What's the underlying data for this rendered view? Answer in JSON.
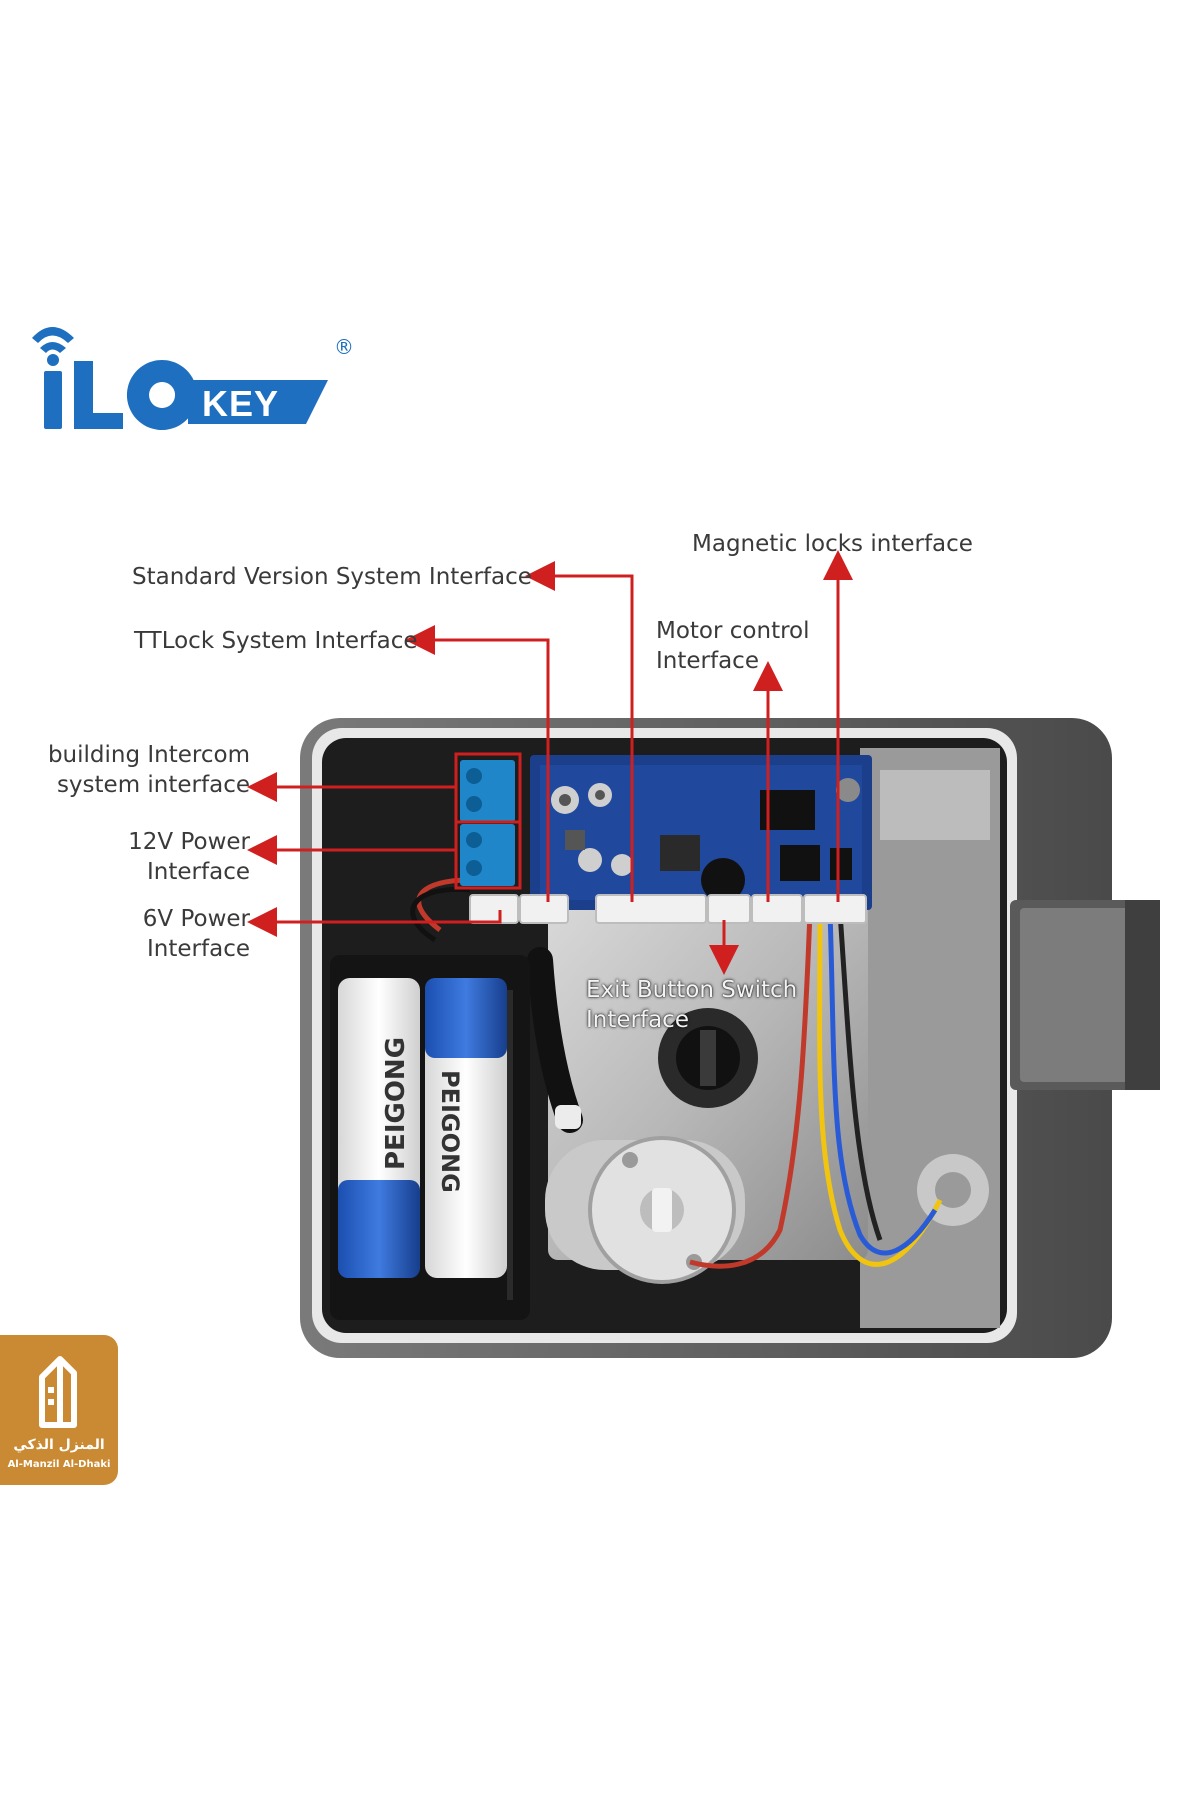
{
  "brand": {
    "wordmark": "iLOKEY",
    "registered": "®",
    "color": "#1e6fc0"
  },
  "labels": {
    "standard_version": "Standard Version System Interface",
    "ttlock": "TTLock System Interface",
    "magnetic_locks": "Magnetic locks interface",
    "motor_control_1": "Motor control",
    "motor_control_2": "Interface",
    "intercom_1": "building Intercom",
    "intercom_2": "system interface",
    "power12_1": "12V Power",
    "power12_2": "Interface",
    "power6_1": "6V Power",
    "power6_2": "Interface",
    "exit_button_1": "Exit Button Switch",
    "exit_button_2": "Interface"
  },
  "batteries": {
    "brand": "PEIGONG"
  },
  "badge": {
    "arabic": "المنزل الذكي",
    "english": "Al-Manzil Al-Dhaki"
  },
  "colors": {
    "arrow": "#d01f1f",
    "terminal": "#1f86c9",
    "pcb": "#1c3f8c",
    "badge": "#c98a33"
  }
}
